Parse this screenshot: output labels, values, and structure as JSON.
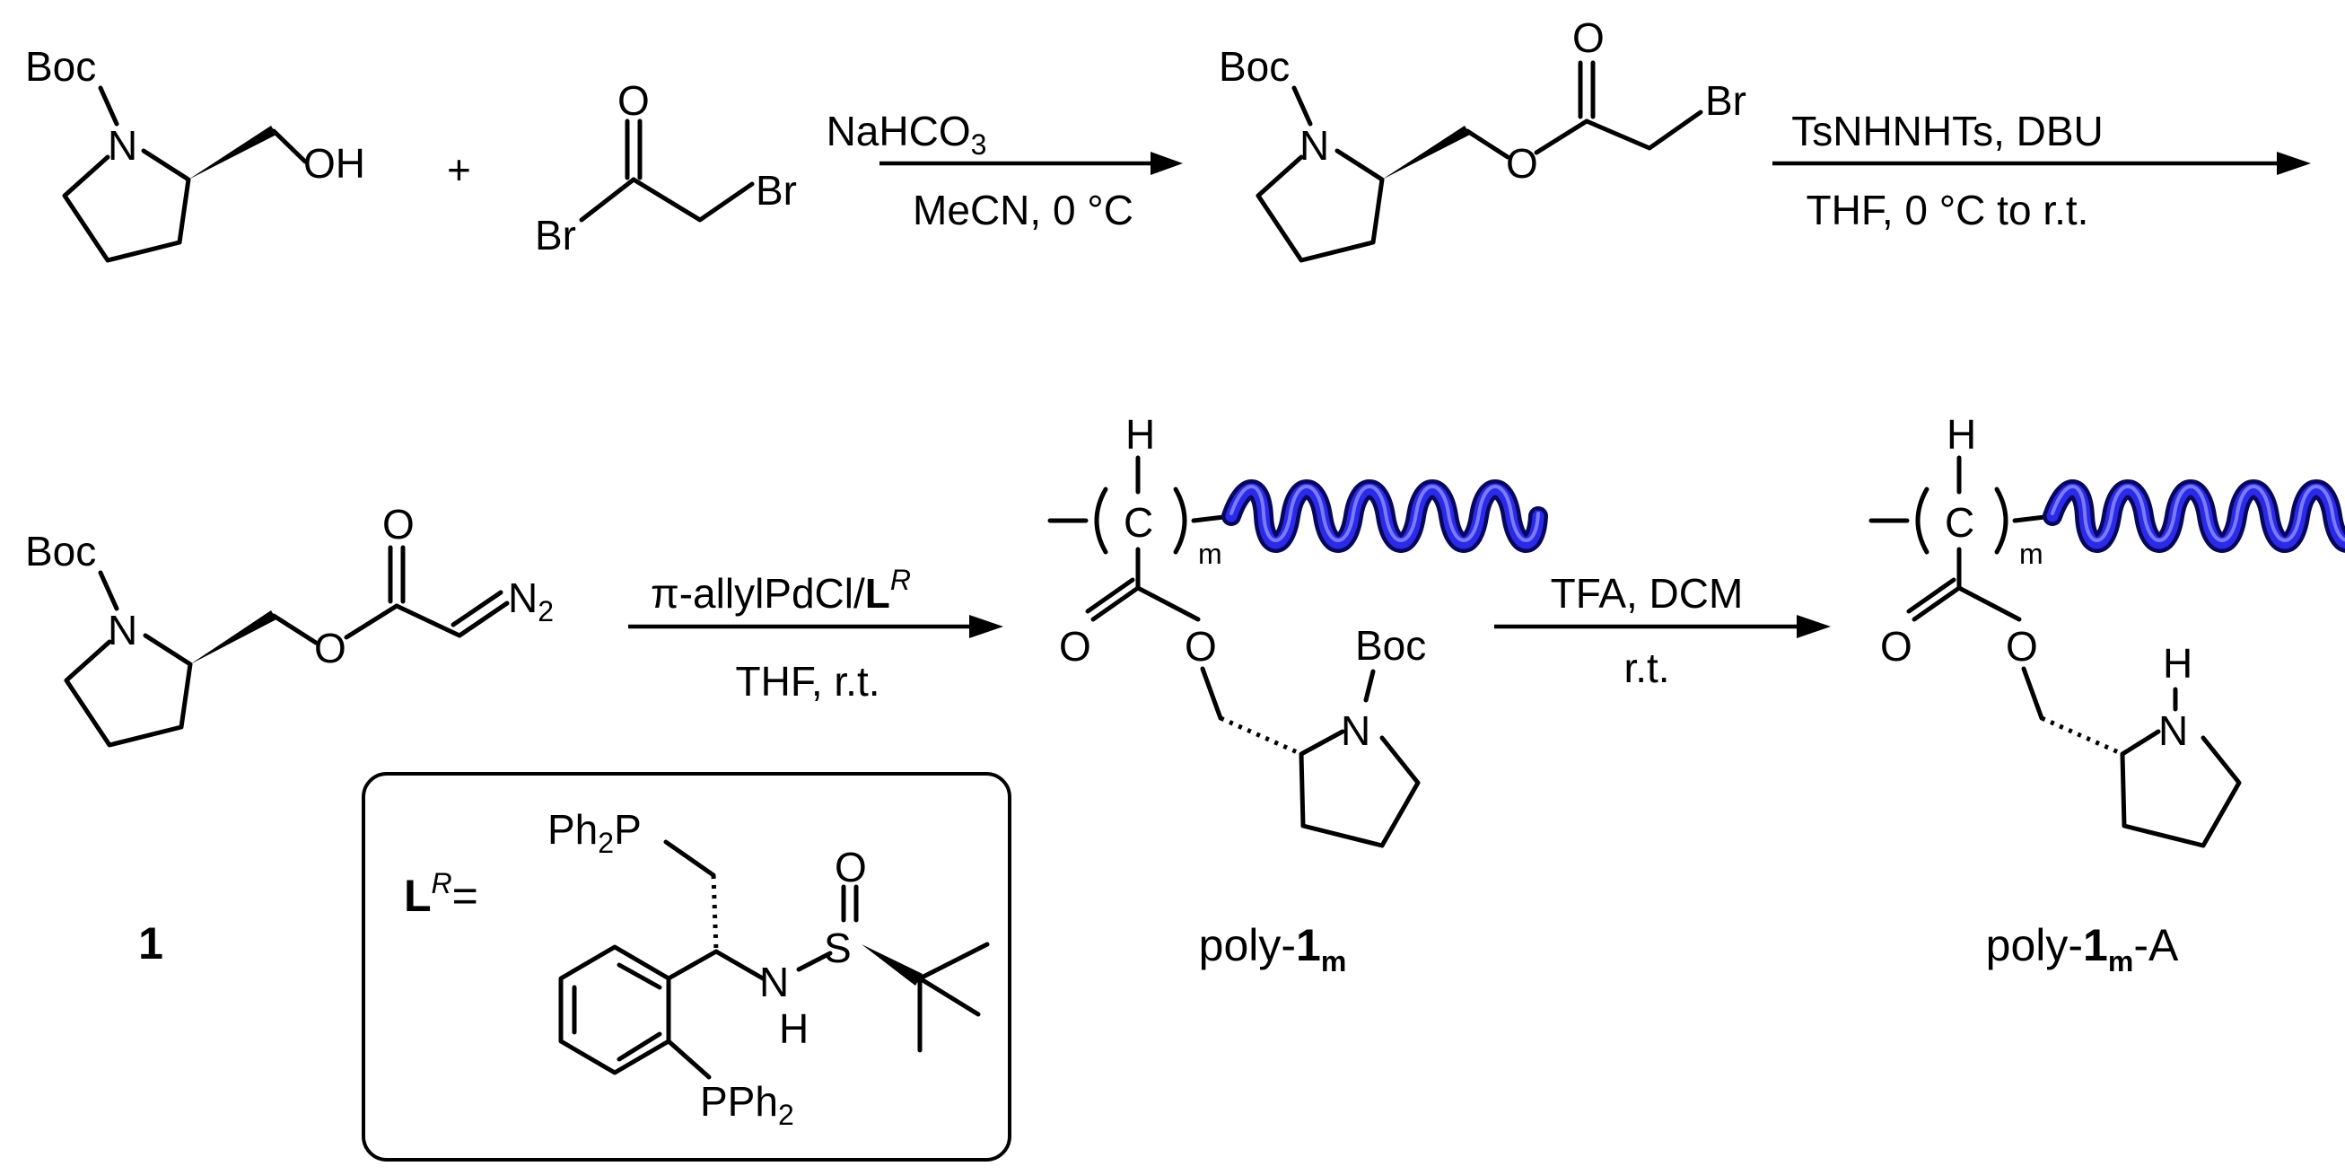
{
  "colors": {
    "helix": "#1a1ad6",
    "helix_dark": "#0a0a70",
    "ink": "#000000",
    "background": "#ffffff"
  },
  "atoms": {
    "boc": "Boc",
    "n": "N",
    "oh": "OH",
    "o": "O",
    "br": "Br",
    "h": "H",
    "c": "C",
    "m": "m",
    "p": "P",
    "s": "S",
    "ph2p_main": "Ph",
    "ph2p_sub": "2",
    "pph2_main": "PPh",
    "pph2_sub": "2",
    "n2_main": "N",
    "n2_sub": "2"
  },
  "plus": "+",
  "step1": {
    "above_main": "NaHCO",
    "above_sub": "3",
    "below": "MeCN, 0 °C"
  },
  "step2": {
    "above": "TsNHNHTs, DBU",
    "below": "THF, 0 °C to r.t."
  },
  "step3": {
    "above_pre": "π-allylPdCl/",
    "above_bold": "L",
    "above_sup": "R",
    "below": "THF, r.t."
  },
  "step4": {
    "above": "TFA, DCM",
    "below": "r.t."
  },
  "ligand": {
    "label_bold": "L",
    "label_sup": "R",
    "label_eq": "="
  },
  "labels": {
    "compound1": "1",
    "poly_prefix": "poly-",
    "poly_num": "1",
    "poly_sub": "m",
    "polyA_prefix": "poly-",
    "polyA_num": "1",
    "polyA_sub": "m",
    "polyA_suffix": "-A"
  }
}
